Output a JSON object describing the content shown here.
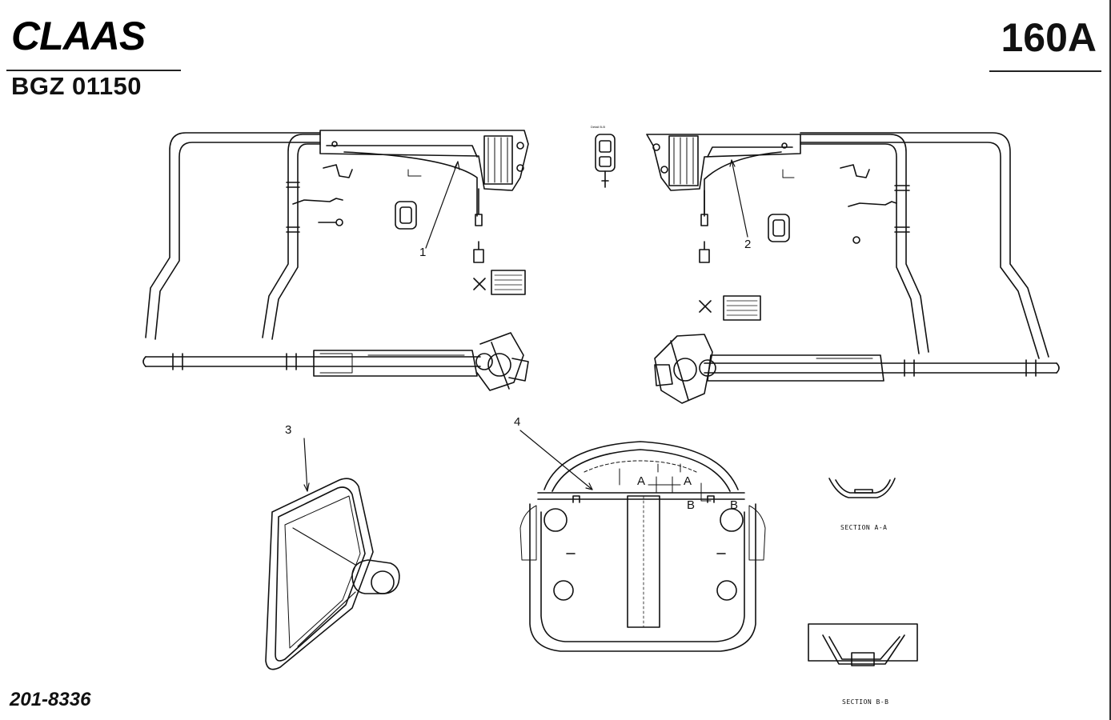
{
  "header": {
    "brand": "CLAAS",
    "model_code": "BGZ 01150",
    "page_number": "160A"
  },
  "footer": {
    "part_number": "201-8336"
  },
  "callouts": {
    "c1": "1",
    "c2": "2",
    "c3": "3",
    "c4": "4"
  },
  "detail_marks": {
    "a_left": "A",
    "a_right": "A",
    "b_left": "B",
    "b_right": "B"
  },
  "sections": {
    "aa": "SECTION A-A",
    "bb": "SECTION B-B"
  },
  "colors": {
    "ink": "#111111",
    "paper": "#ffffff"
  }
}
